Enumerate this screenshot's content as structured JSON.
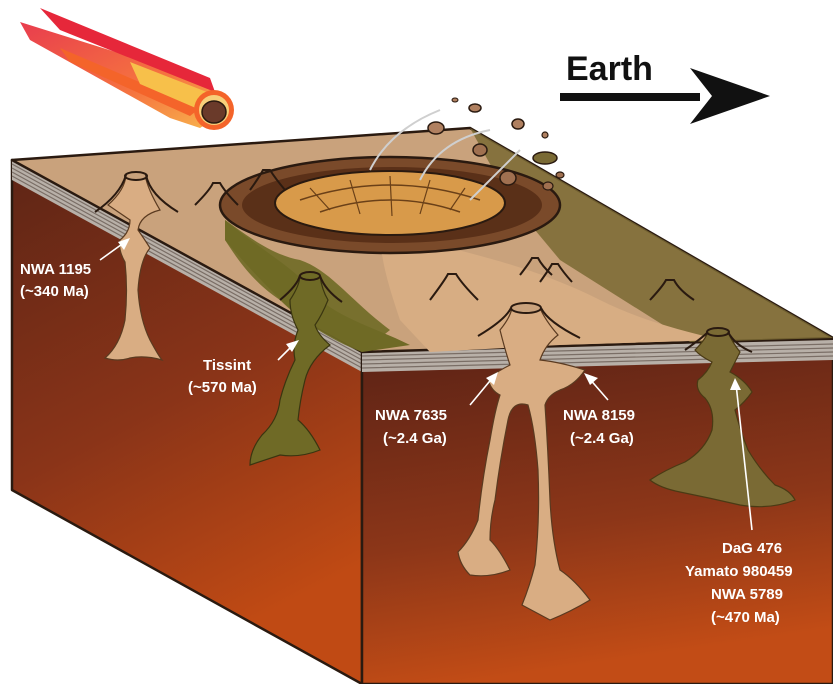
{
  "arrow": {
    "label": "Earth"
  },
  "labels": [
    {
      "id": "nwa-1195",
      "lines": [
        "NWA 1195",
        "(~340 Ma)"
      ]
    },
    {
      "id": "tissint",
      "lines": [
        "Tissint",
        "(~570 Ma)"
      ]
    },
    {
      "id": "nwa-7635",
      "lines": [
        "NWA 7635",
        "(~2.4 Ga)"
      ]
    },
    {
      "id": "nwa-8159",
      "lines": [
        "NWA 8159",
        "(~2.4 Ga)"
      ]
    },
    {
      "id": "dag-476",
      "lines": [
        "DaG 476",
        "Yamato 980459",
        "NWA 5789",
        "(~470 Ma)"
      ]
    }
  ],
  "colors": {
    "surface": "#c9a27c",
    "surface_dark": "#9c7a5a",
    "mantle_top": "#6a2a18",
    "mantle_bottom": "#c24a14",
    "olive": "#6f6a26",
    "tan_plume": "#d9ad83",
    "crater_rim": "#7a4a2a",
    "crater_floor": "#d89a4a",
    "meteor_flame": "#f25a2a",
    "meteor_core": "#6a3a2a",
    "label_text": "#ffffff",
    "arrow": "#111111"
  }
}
